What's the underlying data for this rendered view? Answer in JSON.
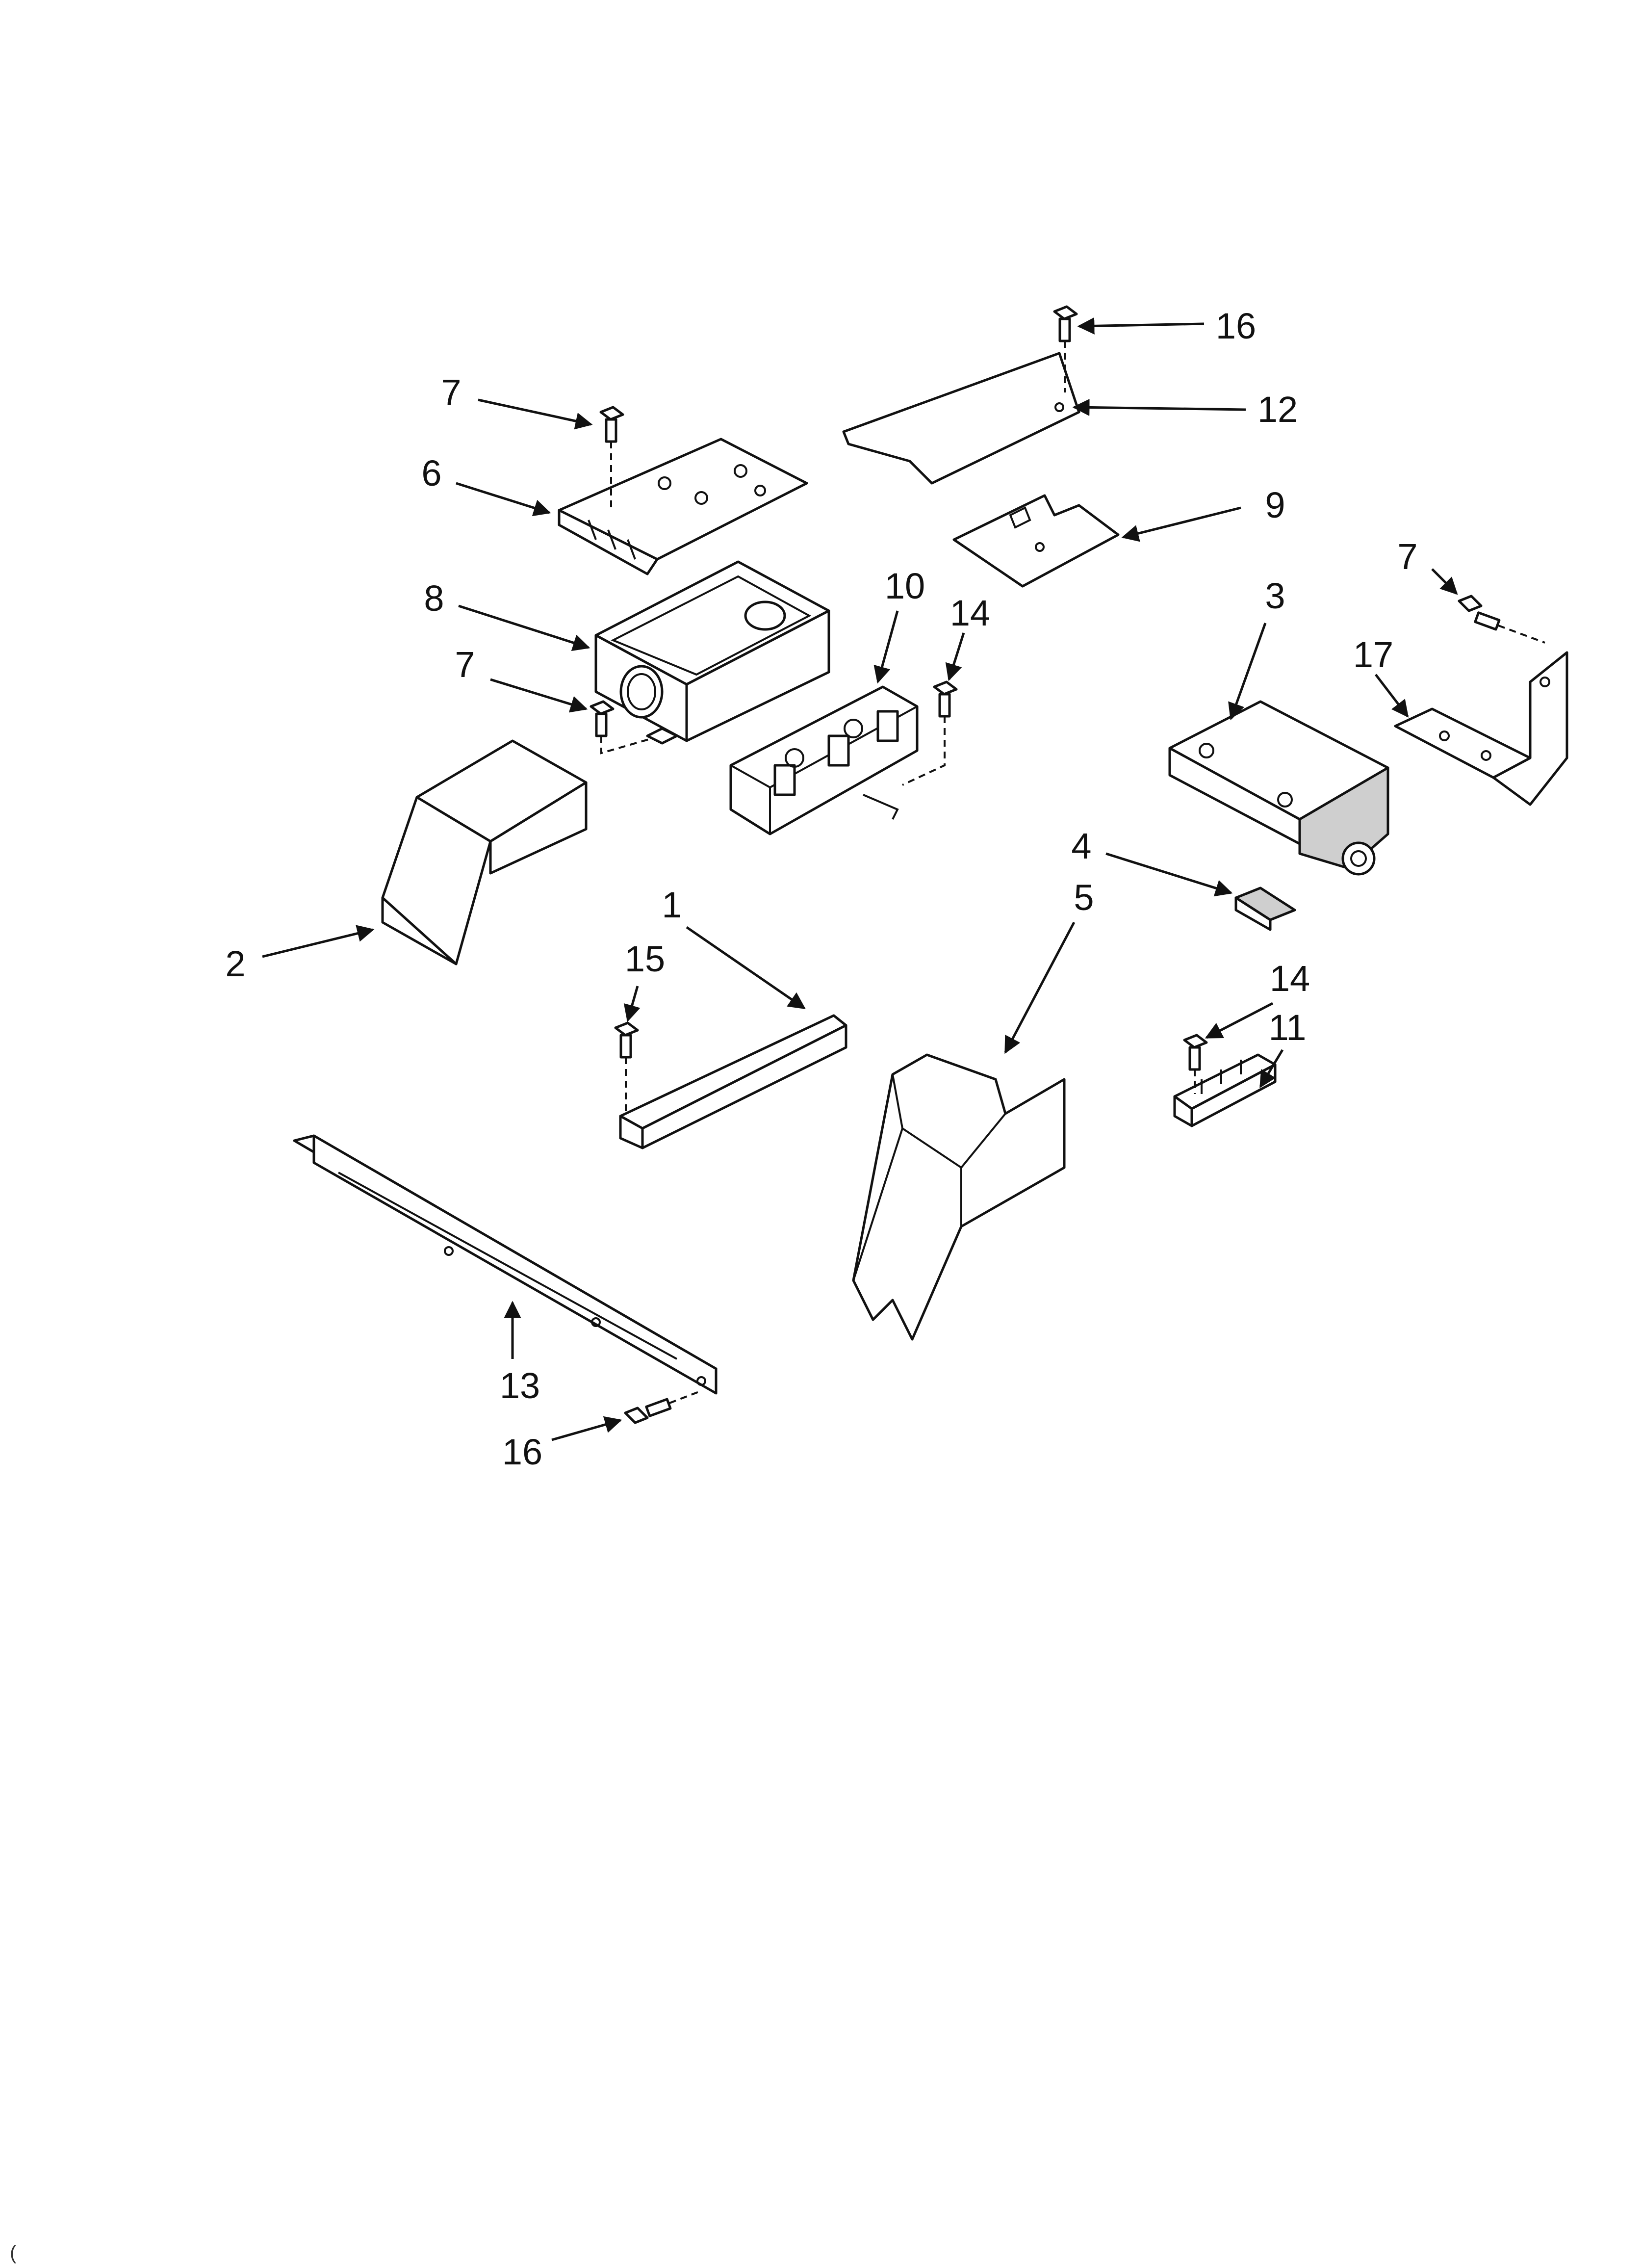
{
  "callouts": {
    "c7a": "7",
    "c6": "6",
    "c8": "8",
    "c7b": "7",
    "c10": "10",
    "c14a": "14",
    "c16a": "16",
    "c12": "12",
    "c9": "9",
    "c3": "3",
    "c7c": "7",
    "c17": "17",
    "c4": "4",
    "c5": "5",
    "c2": "2",
    "c1": "1",
    "c15": "15",
    "c14b": "14",
    "c11": "11",
    "c13": "13",
    "c16b": "16"
  },
  "footer": {
    "corner_mark": "("
  }
}
